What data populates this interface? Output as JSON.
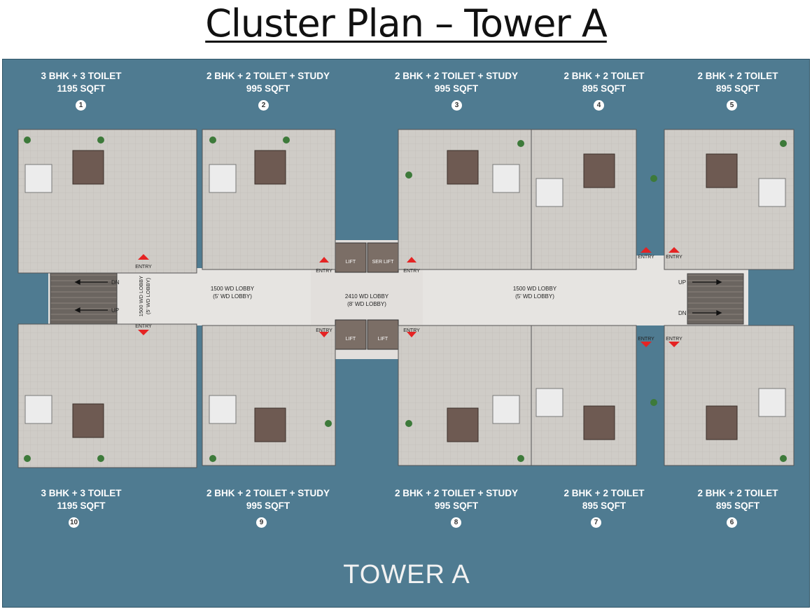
{
  "title": "Cluster Plan – Tower A",
  "tower_name": "TOWER A",
  "colors": {
    "background": "#4f7b91",
    "floor": "#d9d6d2",
    "lobby": "#e6e4e1",
    "entry_arrow": "#e52323"
  },
  "units_top": [
    {
      "line1": "3 BHK + 3 TOILET",
      "line2": "1195 SQFT",
      "number": "1"
    },
    {
      "line1": "2 BHK + 2 TOILET + STUDY",
      "line2": "995 SQFT",
      "number": "2"
    },
    {
      "line1": "2 BHK + 2 TOILET + STUDY",
      "line2": "995 SQFT",
      "number": "3"
    },
    {
      "line1": "2 BHK + 2 TOILET",
      "line2": "895 SQFT",
      "number": "4"
    },
    {
      "line1": "2 BHK + 2 TOILET",
      "line2": "895 SQFT",
      "number": "5"
    }
  ],
  "units_bottom": [
    {
      "line1": "3 BHK + 3 TOILET",
      "line2": "1195 SQFT",
      "number": "10"
    },
    {
      "line1": "2 BHK + 2 TOILET + STUDY",
      "line2": "995 SQFT",
      "number": "9"
    },
    {
      "line1": "2 BHK + 2 TOILET + STUDY",
      "line2": "995 SQFT",
      "number": "8"
    },
    {
      "line1": "2 BHK + 2 TOILET",
      "line2": "895 SQFT",
      "number": "7"
    },
    {
      "line1": "2 BHK + 2 TOILET",
      "line2": "895 SQFT",
      "number": "6"
    }
  ],
  "lobbies": {
    "left": {
      "line1": "1500 WD LOBBY",
      "line2": "(5' WD LOBBY)"
    },
    "center": {
      "line1": "2410 WD LOBBY",
      "line2": "(8' WD LOBBY)"
    },
    "right": {
      "line1": "1500 WD LOBBY",
      "line2": "(5' WD LOBBY)"
    },
    "left_vertical": {
      "line1": "1500 WD LOBBY",
      "line2": "(5' WD LOBBY)"
    }
  },
  "lifts": {
    "top_left": "LIFT",
    "top_right": "SER LIFT",
    "bottom_left": "LIFT",
    "bottom_right": "LIFT"
  },
  "stairs": {
    "left_top": "DN",
    "left_bottom": "UP",
    "right_top": "UP",
    "right_bottom": "DN"
  },
  "entry_label": "ENTRY"
}
